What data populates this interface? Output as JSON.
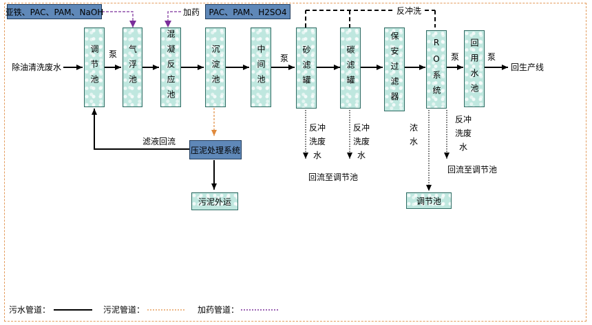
{
  "top": {
    "chem_box_1": "亚铁、PAC、PAM、NaOH",
    "dosing_label": "加药",
    "chem_box_2": "PAC、PAM、H2SO4",
    "backwash_label": "反冲洗"
  },
  "inlet": "除油清洗废水",
  "outlet": "回生产线",
  "pump_label": "泵",
  "units": {
    "regulating": "调节池",
    "flotation": "气浮池",
    "coagulation": "混凝反应池",
    "sedimentation": "沉淀池",
    "intermediate": "中间池",
    "sand_filter": "砂滤罐",
    "carbon_filter": "碳滤罐",
    "security_filter": "保安过滤器",
    "ro_system": "RO系统",
    "reuse": "回用水池"
  },
  "sludge": {
    "filtrate_return": "滤液回流",
    "treatment": "压泥处理系统",
    "disposal": "污泥外运"
  },
  "backwash": {
    "sand_label": "反冲洗废水",
    "carbon_label": "反冲洗废水",
    "return_1": "回流至调节池",
    "concentrate": "浓水",
    "reg_pool": "调节池",
    "ro_label": "反冲洗废水",
    "return_2": "回流至调节池"
  },
  "legend": {
    "sewage": "污水管道：",
    "sludge": "污泥管道：",
    "dosing": "加药管道："
  },
  "colors": {
    "box_fill": "#bfe7df",
    "chem_fill": "#5f88b8",
    "sludge_line": "#e08a3c",
    "dosing_line": "#7a2e9a",
    "frame": "#e39a5a"
  }
}
